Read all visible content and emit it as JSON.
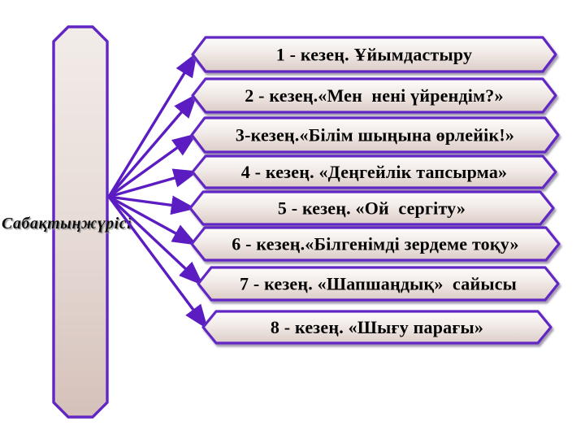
{
  "slide": {
    "flow_label": "Сабақтыңжүрісі"
  },
  "stages": [
    {
      "id": 1,
      "label": "1 - кезең. Ұйымдастыру"
    },
    {
      "id": 2,
      "label": "2 - кезең.«Мен  нені үйрендім?»"
    },
    {
      "id": 3,
      "label": "3-кезең.«Білім шыңына өрлейік!»"
    },
    {
      "id": 4,
      "label": "4 - кезең. «Деңгейлік тапсырма»"
    },
    {
      "id": 5,
      "label": "5 - кезең. «Ой  сергіту»"
    },
    {
      "id": 6,
      "label": "6 - кезең.«Білгенімді зердеме тоқу»"
    },
    {
      "id": 7,
      "label": "7 - кезең. «Шапшаңдық»  сайысы"
    },
    {
      "id": 8,
      "label": "8 - кезең. «Шығу парағы»"
    }
  ],
  "colors": {
    "accent_purple": "#6226C4",
    "connector_purple": "#5B1CC2",
    "box_fill_top": "#FDFCFB",
    "box_fill_bottom": "#DCCCC6",
    "pillar_fill_top": "#F2ECE9",
    "pillar_fill_bottom": "#D5C1BA",
    "text": "#050505",
    "background": "#FFFFFF"
  }
}
